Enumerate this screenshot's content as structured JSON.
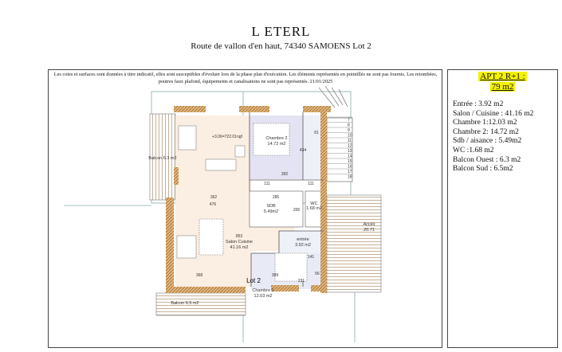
{
  "header": {
    "title": "L ETERL",
    "address": "Route de vallon d'en haut, 74340 SAMOENS Lot 2"
  },
  "notice": "Les cotes et surfaces sont données à titre indicatif, elles sont susceptibles d'évoluer lors de la phase plan d'exécution. Les éléments représentés en pointillés ne sont pas fournis. Les retombées, poutres faux plafond, équipements et canalisations ne sont pas représentés. 21/01/2025",
  "summary": {
    "apt_line1": "APT 2 R+1    :",
    "apt_line2": "79 m2",
    "highlight_color": "#f5f200",
    "rows": [
      "Entrée : 3.92  m2",
      "Salon / Cuisine : 41.16 m2",
      "Chambre 1:12.03 m2",
      "Chambre 2: 14.72 m2",
      "Sdb / aisance : 5.49m2",
      "WC :1.68 m2",
      "Balcon  Ouest : 6.3 m2",
      "Balcon  Sud  : 6.5m2"
    ]
  },
  "plan": {
    "rooms": {
      "chambre2": [
        "Chambre 2",
        "14.72 m2"
      ],
      "salon": [
        "Salon Cuisine",
        "41.16 m2"
      ],
      "sdb": [
        "SDB",
        "5.49m2"
      ],
      "wc": [
        "WC",
        "1.68 m2"
      ],
      "entree": [
        "entrée",
        "3.92 m2"
      ],
      "chambre1": [
        "Chambre 1",
        "12.03 m2"
      ],
      "balcon_ouest": "Balcon 6.3 m2",
      "balcon_sud": "Balcon 6.5 m2",
      "acces": [
        "Accès",
        "20.71"
      ],
      "lot": "Lot 2",
      "height_tag": "+3.06=722.01ngf"
    },
    "dims": [
      "392",
      "362",
      "853",
      "368",
      "399",
      "81",
      "111",
      "111",
      "285",
      "206",
      "141",
      "56",
      "231",
      "434",
      "476"
    ],
    "stairs": [
      "7",
      "8",
      "9",
      "10",
      "11",
      "12",
      "13",
      "14",
      "15",
      "16",
      "17",
      "18"
    ]
  }
}
